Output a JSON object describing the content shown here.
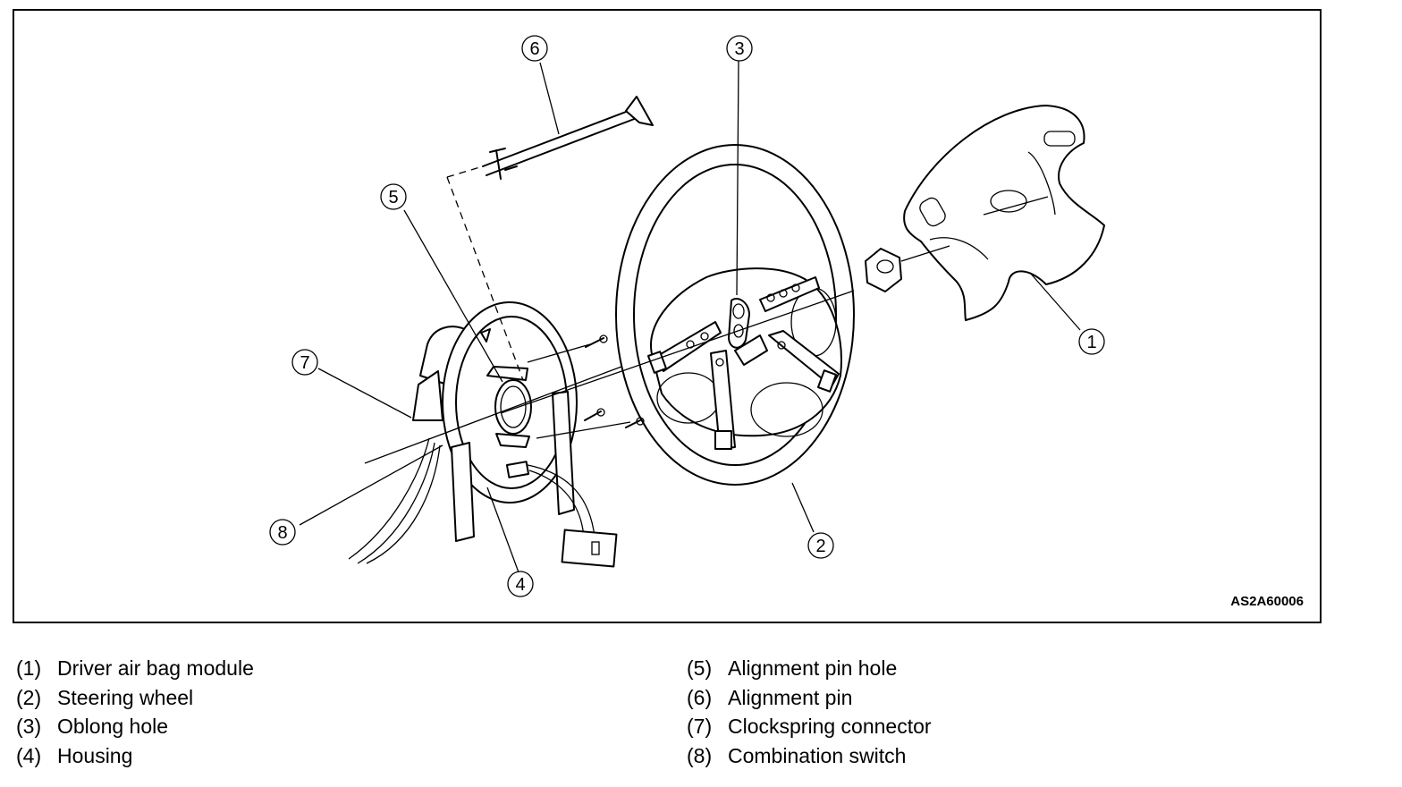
{
  "figure": {
    "drawing_code": "AS2A60006",
    "callouts": [
      "1",
      "2",
      "3",
      "4",
      "5",
      "6",
      "7",
      "8"
    ]
  },
  "legend": {
    "left": [
      {
        "num": "(1)",
        "label": "Driver air bag module"
      },
      {
        "num": "(2)",
        "label": "Steering wheel"
      },
      {
        "num": "(3)",
        "label": "Oblong hole"
      },
      {
        "num": "(4)",
        "label": "Housing"
      }
    ],
    "right": [
      {
        "num": "(5)",
        "label": "Alignment pin hole"
      },
      {
        "num": "(6)",
        "label": "Alignment pin"
      },
      {
        "num": "(7)",
        "label": "Clockspring connector"
      },
      {
        "num": "(8)",
        "label": "Combination switch"
      }
    ]
  }
}
